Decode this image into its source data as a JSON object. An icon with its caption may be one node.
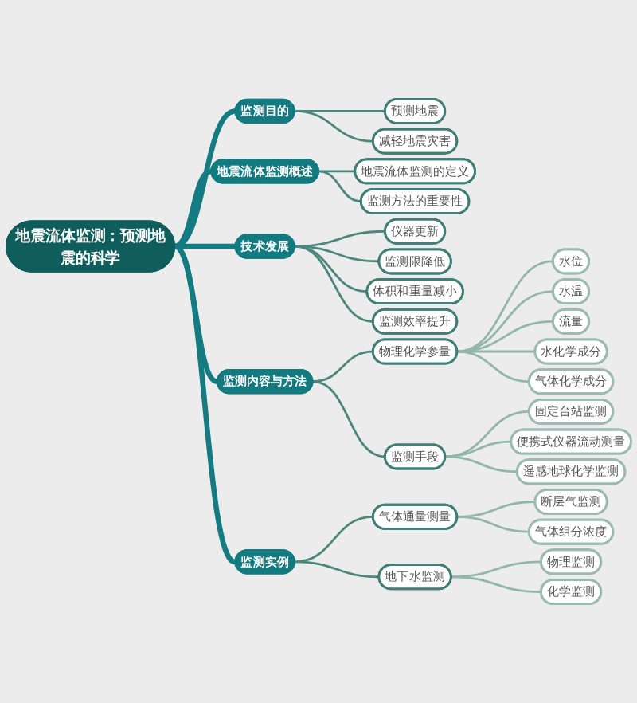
{
  "diagram": {
    "nodes": [
      {
        "text": [
          "地震流体监测：预测地震的科学"
        ]
      },
      {
        "text": [
          "监测目的"
        ]
      },
      {
        "text": [
          "预测地震"
        ]
      },
      {
        "text": [
          "减轻地震灾害"
        ]
      },
      {
        "text": [
          "地震流体监测概述"
        ]
      },
      {
        "text": [
          "地震流体监测的定义"
        ]
      },
      {
        "text": [
          "监测方法的重要性"
        ]
      },
      {
        "text": [
          "技术发展"
        ]
      },
      {
        "text": [
          "仪器更新"
        ]
      },
      {
        "text": [
          "监测限降低"
        ]
      },
      {
        "text": [
          "体积和重量减小"
        ]
      },
      {
        "text": [
          "监测效率提升"
        ]
      },
      {
        "text": [
          "监测内容与方法"
        ]
      },
      {
        "text": [
          "物理化学参量"
        ]
      },
      {
        "text": [
          "水位"
        ]
      },
      {
        "text": [
          "水温"
        ]
      },
      {
        "text": [
          "流量"
        ]
      },
      {
        "text": [
          "水化学成分"
        ]
      },
      {
        "text": [
          "气体化学成分"
        ]
      },
      {
        "text": [
          "监测手段"
        ]
      },
      {
        "text": [
          "固定台站监测"
        ]
      },
      {
        "text": [
          "便携式仪器流动测量"
        ]
      },
      {
        "text": [
          "遥感地球化学监测"
        ]
      },
      {
        "text": [
          "监测实例"
        ]
      },
      {
        "text": [
          "气体通量测量"
        ]
      },
      {
        "text": [
          "断层气监测"
        ]
      },
      {
        "text": [
          "气体组分浓度"
        ]
      },
      {
        "text": [
          "地下水监测"
        ]
      },
      {
        "text": [
          "物理监测"
        ]
      },
      {
        "text": [
          "化学监测"
        ]
      }
    ],
    "edges": [
      {
        "from": 0,
        "to": 1,
        "arrow": "none",
        "style": "thick",
        "color": "#157b82"
      },
      {
        "from": 1,
        "to": 2,
        "arrow": "none"
      },
      {
        "from": 1,
        "to": 3,
        "arrow": "none"
      },
      {
        "from": 0,
        "to": 4,
        "arrow": "none",
        "style": "thick",
        "color": "#157b82"
      },
      {
        "from": 4,
        "to": 5,
        "arrow": "none"
      },
      {
        "from": 4,
        "to": 6,
        "arrow": "none"
      },
      {
        "from": 0,
        "to": 7,
        "arrow": "none",
        "style": "thick",
        "color": "#157b82"
      },
      {
        "from": 7,
        "to": 8,
        "arrow": "none"
      },
      {
        "from": 7,
        "to": 9,
        "arrow": "none"
      },
      {
        "from": 7,
        "to": 10,
        "arrow": "none"
      },
      {
        "from": 7,
        "to": 11,
        "arrow": "none"
      },
      {
        "from": 0,
        "to": 12,
        "arrow": "none",
        "style": "thick",
        "color": "#157b82"
      },
      {
        "from": 12,
        "to": 13,
        "arrow": "none"
      },
      {
        "from": 13,
        "to": 14,
        "arrow": "none",
        "color": "#93b6ab"
      },
      {
        "from": 13,
        "to": 15,
        "arrow": "none",
        "color": "#93b6ab"
      },
      {
        "from": 13,
        "to": 16,
        "arrow": "none",
        "color": "#93b6ab"
      },
      {
        "from": 13,
        "to": 17,
        "arrow": "none",
        "color": "#93b6ab"
      },
      {
        "from": 13,
        "to": 18,
        "arrow": "none",
        "color": "#93b6ab"
      },
      {
        "from": 12,
        "to": 19,
        "arrow": "none"
      },
      {
        "from": 19,
        "to": 20,
        "arrow": "none",
        "color": "#93b6ab"
      },
      {
        "from": 19,
        "to": 21,
        "arrow": "none",
        "color": "#93b6ab"
      },
      {
        "from": 19,
        "to": 22,
        "arrow": "none",
        "color": "#93b6ab"
      },
      {
        "from": 0,
        "to": 23,
        "arrow": "none",
        "style": "thick",
        "color": "#157b82"
      },
      {
        "from": 23,
        "to": 24,
        "arrow": "none"
      },
      {
        "from": 24,
        "to": 25,
        "arrow": "none",
        "color": "#93b6ab"
      },
      {
        "from": 24,
        "to": 26,
        "arrow": "none",
        "color": "#93b6ab"
      },
      {
        "from": 23,
        "to": 27,
        "arrow": "none"
      },
      {
        "from": 27,
        "to": 28,
        "arrow": "none",
        "color": "#93b6ab"
      },
      {
        "from": 27,
        "to": 29,
        "arrow": "none",
        "color": "#93b6ab"
      }
    ]
  }
}
